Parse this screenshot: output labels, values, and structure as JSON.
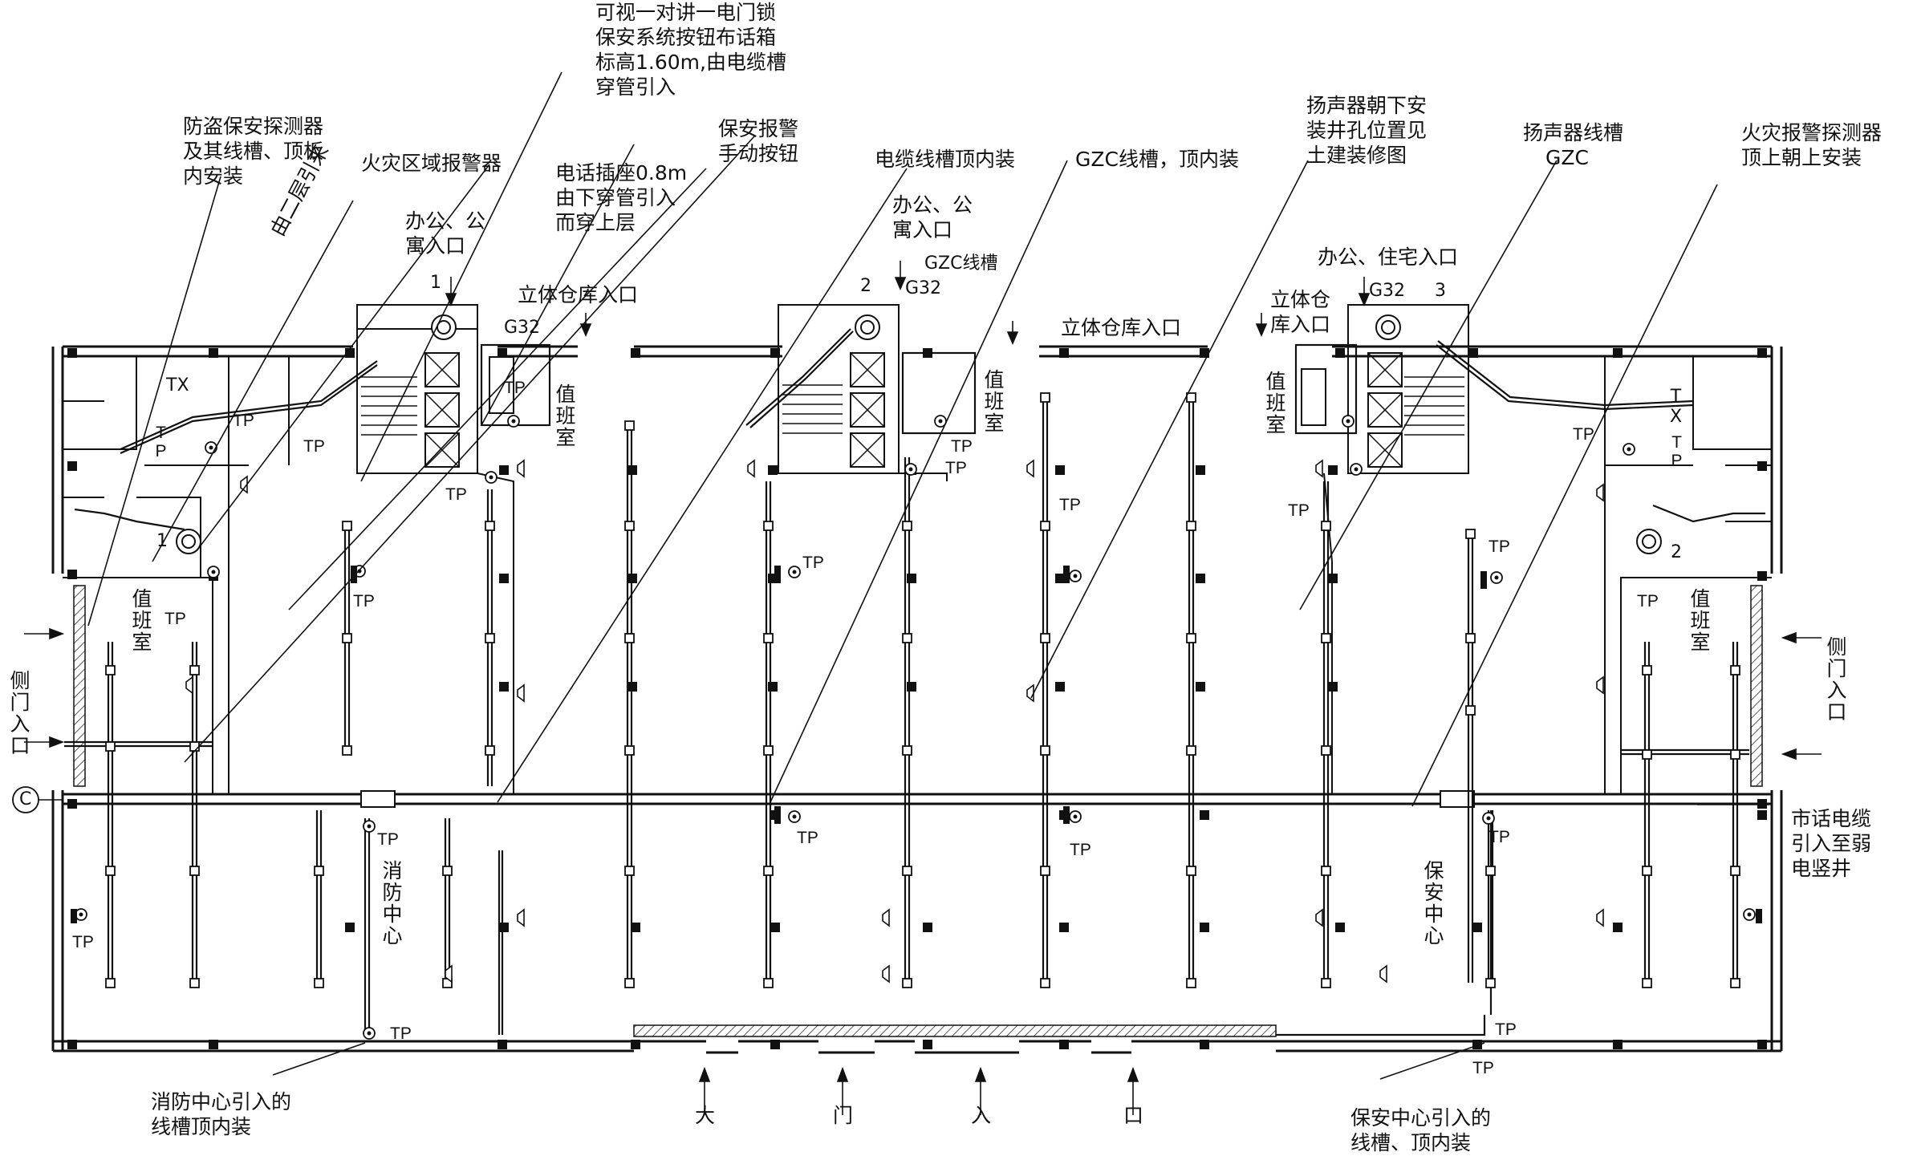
{
  "callouts": {
    "intercom": [
      "可视一对讲一电门锁",
      "保安系统按钮布话箱",
      "标高1.60m,由电缆槽",
      "穿管引入"
    ],
    "burglar_detector": [
      "防盗保安探测器",
      "及其线槽、顶板",
      "内安装"
    ],
    "fire_zone_alarm": "火灾区域报警器",
    "from_second_floor": "由二层引来",
    "phone_socket": [
      "电话插座0.8m",
      "由下穿管引入",
      "而穿上层"
    ],
    "security_manual_button": [
      "保安报警",
      "手动按钮"
    ],
    "cable_trough_ceiling": "电缆线槽顶内装",
    "gzc_trough_ceiling": "GZC线槽，顶内装",
    "speaker_facing_down": [
      "扬声器朝下安",
      "装井孔位置见",
      "土建装修图"
    ],
    "speaker_trough": [
      "扬声器线槽",
      "GZC"
    ],
    "fire_detector_top": [
      "火灾报警探测器",
      "顶上朝上安装"
    ],
    "fire_center_trough": [
      "消防中心引入的",
      "线槽顶内装"
    ],
    "security_center_trough": [
      "保安中心引入的",
      "线槽、顶内装"
    ],
    "city_phone_cable": [
      "市话电缆",
      "引入至弱",
      "电竖井"
    ]
  },
  "rooms": {
    "office_apartment_entry_1": [
      "办公、公",
      "寓入口"
    ],
    "office_apartment_entry_2": [
      "办公、公",
      "寓入口"
    ],
    "office_residence_entry": "办公、住宅入口",
    "storage_entry_1": "立体仓库入口",
    "storage_entry_2": "立体仓库入口",
    "storage_entry_3": [
      "立体仓",
      "库入口"
    ],
    "duty_room_1": "值班室",
    "duty_room_2": "值班室",
    "duty_room_3": "值班室",
    "duty_room_4": "值班室",
    "duty_room_5": "值班室",
    "fire_center": "消防中心",
    "security_center": "保安中心",
    "side_entry_left": "侧门入口",
    "side_entry_right": "侧门入口",
    "main_entrance": [
      "大",
      "门",
      "入",
      "口"
    ]
  },
  "marks": {
    "gzc_trough_1": "GZC线槽",
    "g32_a": "G32",
    "g32_b": "G32",
    "g32_c": "G32",
    "num_1a": "1",
    "num_1b": "1",
    "num_2a": "2",
    "num_2b": "2",
    "num_3": "3",
    "axis_c": "C",
    "tx": "TX",
    "tp": "TP"
  },
  "colors": {
    "line": "#111111",
    "paper": "#ffffff"
  }
}
